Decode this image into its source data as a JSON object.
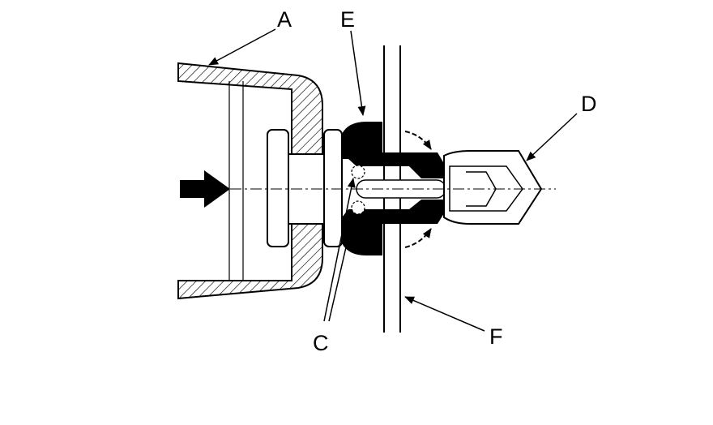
{
  "labels": {
    "a": "A",
    "c": "C",
    "d": "D",
    "e": "E",
    "f": "F"
  },
  "colors": {
    "ink": "#000000",
    "paper": "#ffffff"
  }
}
